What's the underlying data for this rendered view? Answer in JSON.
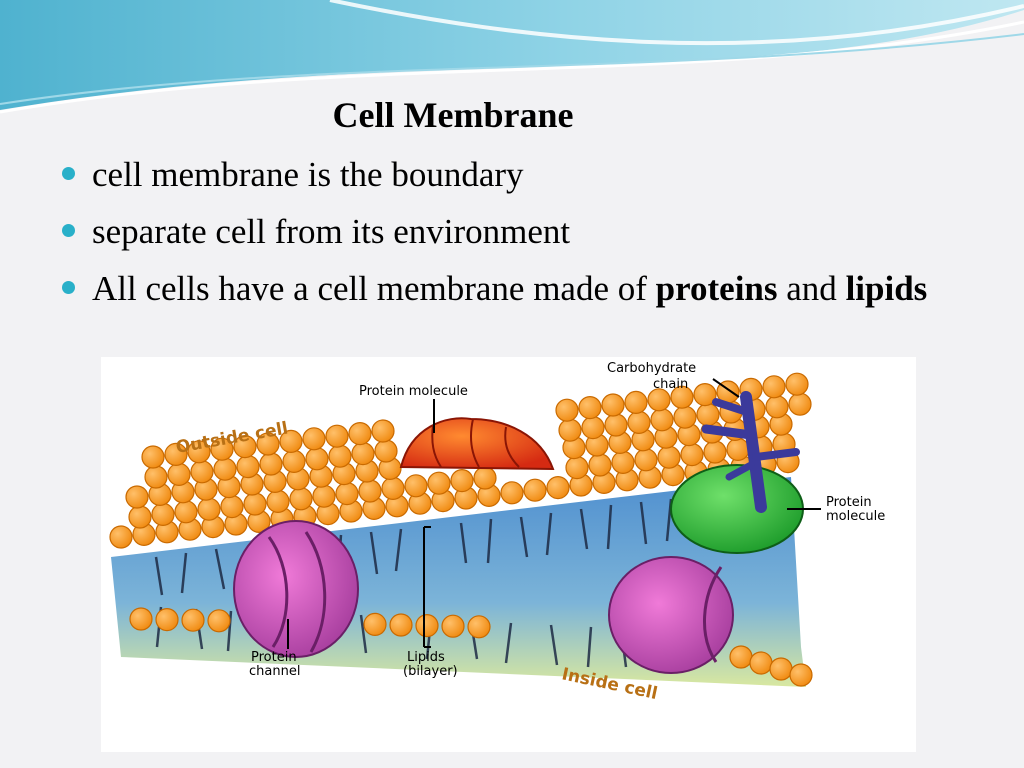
{
  "slide": {
    "title": "Cell Membrane",
    "bullets": [
      {
        "text": "cell membrane is the boundary"
      },
      {
        "text": "separate cell from its environment"
      },
      {
        "pre": "All cells have a cell membrane made of ",
        "bold1": "proteins",
        "mid": " and ",
        "bold2": "lipids"
      }
    ]
  },
  "diagram": {
    "labels": {
      "protein_top": "Protein molecule",
      "carbohydrate_1": "Carbohydrate",
      "carbohydrate_2": "chain",
      "outside": "Outside cell",
      "protein_right_1": "Protein",
      "protein_right_2": "molecule",
      "channel_1": "Protein",
      "channel_2": "channel",
      "lipids_1": "Lipids",
      "lipids_2": "(bilayer)",
      "inside": "Inside cell"
    },
    "colors": {
      "head": "#f79a1e",
      "head_edge": "#c96a00",
      "tail_band": "#5d93c8",
      "channel": "#c64fb8",
      "protein_top": "#f0471c",
      "protein_right": "#2fb13a",
      "carbohydrate": "#3b3a9b"
    }
  }
}
